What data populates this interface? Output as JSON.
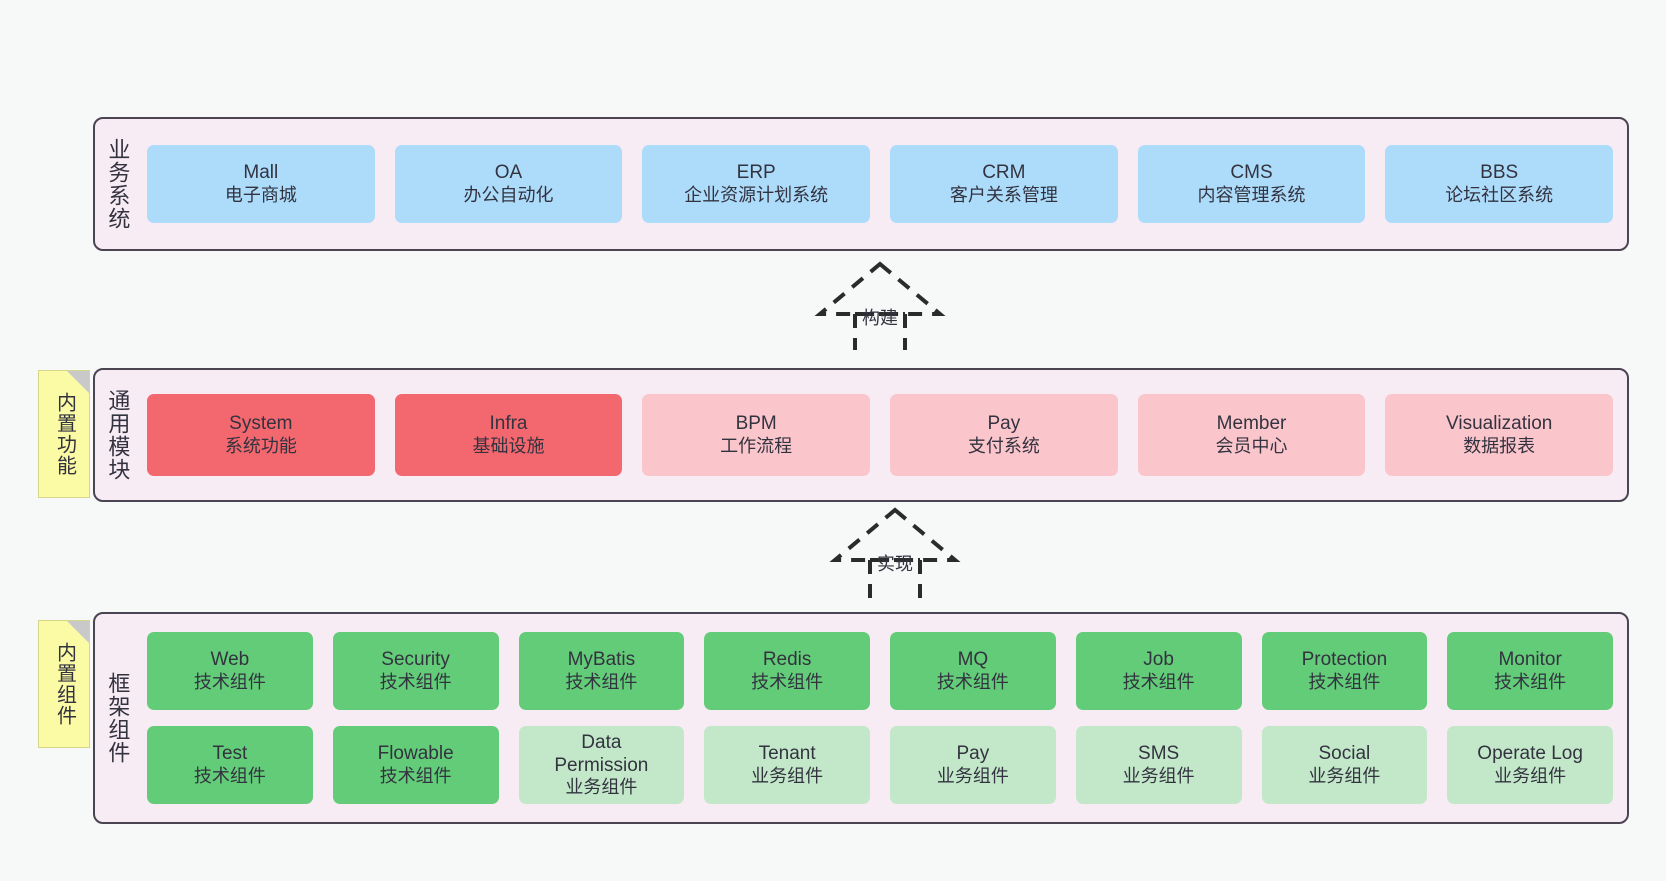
{
  "diagram": {
    "background_color": "#f7f8f8",
    "section_background": "#f7ebf4",
    "section_border": "#4a4453"
  },
  "notes": [
    {
      "label": "内置功能",
      "color": "#fbfaa5"
    },
    {
      "label": "内置组件",
      "color": "#fbfaa5"
    }
  ],
  "connectors": [
    {
      "label": "构建",
      "style": "dashed-generalization-up"
    },
    {
      "label": "实现",
      "style": "dashed-generalization-up"
    }
  ],
  "sections": [
    {
      "id": "business-systems",
      "title": "业务系统",
      "rows": [
        [
          {
            "name": "Mall",
            "desc": "电子商城",
            "color": "#addcfb"
          },
          {
            "name": "OA",
            "desc": "办公自动化",
            "color": "#addcfb"
          },
          {
            "name": "ERP",
            "desc": "企业资源计划系统",
            "color": "#addcfb"
          },
          {
            "name": "CRM",
            "desc": "客户关系管理",
            "color": "#addcfb"
          },
          {
            "name": "CMS",
            "desc": "内容管理系统",
            "color": "#addcfb"
          },
          {
            "name": "BBS",
            "desc": "论坛社区系统",
            "color": "#addcfb"
          }
        ]
      ]
    },
    {
      "id": "common-modules",
      "title": "通用模块",
      "rows": [
        [
          {
            "name": "System",
            "desc": "系统功能",
            "color": "#f3676e"
          },
          {
            "name": "Infra",
            "desc": "基础设施",
            "color": "#f3676e"
          },
          {
            "name": "BPM",
            "desc": "工作流程",
            "color": "#fbc5cc"
          },
          {
            "name": "Pay",
            "desc": "支付系统",
            "color": "#fbc5cc"
          },
          {
            "name": "Member",
            "desc": "会员中心",
            "color": "#fbc5cc"
          },
          {
            "name": "Visualization",
            "desc": "数据报表",
            "color": "#fbc5cc"
          }
        ]
      ]
    },
    {
      "id": "framework-components",
      "title": "框架组件",
      "rows": [
        [
          {
            "name": "Web",
            "desc": "技术组件",
            "color": "#63cc78"
          },
          {
            "name": "Security",
            "desc": "技术组件",
            "color": "#63cc78"
          },
          {
            "name": "MyBatis",
            "desc": "技术组件",
            "color": "#63cc78"
          },
          {
            "name": "Redis",
            "desc": "技术组件",
            "color": "#63cc78"
          },
          {
            "name": "MQ",
            "desc": "技术组件",
            "color": "#63cc78"
          },
          {
            "name": "Job",
            "desc": "技术组件",
            "color": "#63cc78"
          },
          {
            "name": "Protection",
            "desc": "技术组件",
            "color": "#63cc78"
          },
          {
            "name": "Monitor",
            "desc": "技术组件",
            "color": "#63cc78"
          }
        ],
        [
          {
            "name": "Test",
            "desc": "技术组件",
            "color": "#63cc78"
          },
          {
            "name": "Flowable",
            "desc": "技术组件",
            "color": "#63cc78"
          },
          {
            "name": "Data Permission",
            "desc": "业务组件",
            "color": "#c3e8c9"
          },
          {
            "name": "Tenant",
            "desc": "业务组件",
            "color": "#c3e8c9"
          },
          {
            "name": "Pay",
            "desc": "业务组件",
            "color": "#c3e8c9"
          },
          {
            "name": "SMS",
            "desc": "业务组件",
            "color": "#c3e8c9"
          },
          {
            "name": "Social",
            "desc": "业务组件",
            "color": "#c3e8c9"
          },
          {
            "name": "Operate Log",
            "desc": "业务组件",
            "color": "#c3e8c9"
          }
        ]
      ]
    }
  ]
}
